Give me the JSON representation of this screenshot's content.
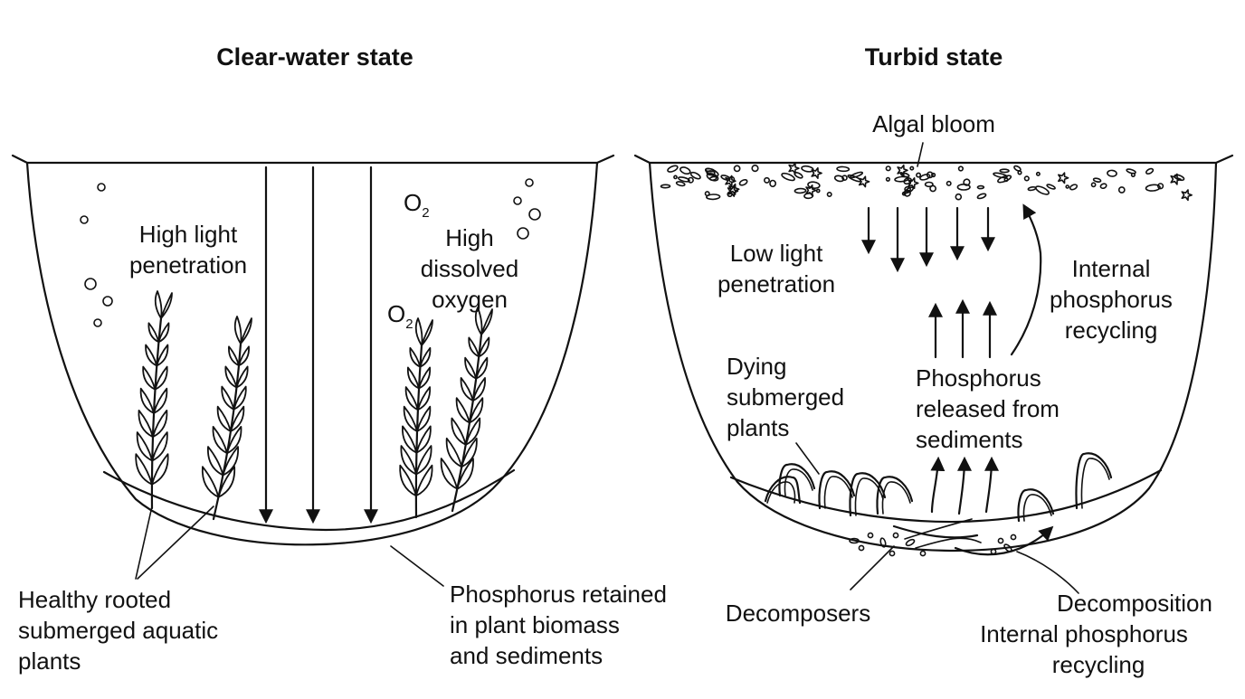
{
  "left_panel": {
    "title": "Clear-water state",
    "light_label": [
      "High light",
      "penetration"
    ],
    "oxygen_label": [
      "High",
      "dissolved",
      "oxygen"
    ],
    "o2_symbol": "O",
    "o2_subscript": "2",
    "plants_label": [
      "Healthy rooted",
      "submerged aquatic",
      "plants"
    ],
    "phosphorus_label": [
      "Phosphorus retained",
      "in plant biomass",
      "and sediments"
    ]
  },
  "right_panel": {
    "title": "Turbid state",
    "bloom_label": "Algal bloom",
    "light_label": [
      "Low light",
      "penetration"
    ],
    "recycling_label": [
      "Internal",
      "phosphorus",
      "recycling"
    ],
    "dying_label": [
      "Dying",
      "submerged",
      "plants"
    ],
    "release_label": [
      "Phosphorus",
      "released from",
      "sediments"
    ],
    "decomposers_label": "Decomposers",
    "decomposition_label": [
      "Decomposition",
      "Internal phosphorus",
      "recycling"
    ]
  }
}
